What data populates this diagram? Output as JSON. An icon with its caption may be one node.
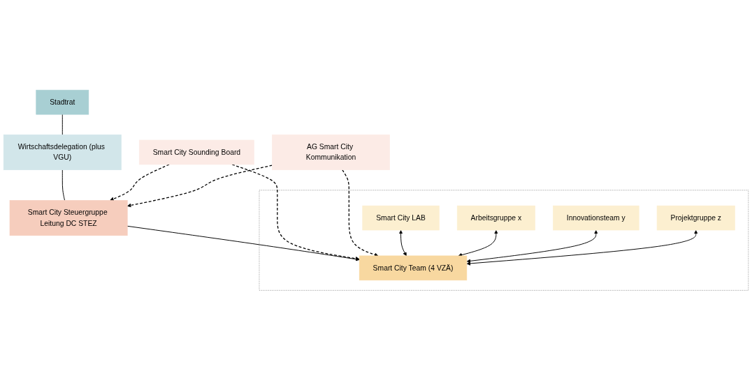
{
  "diagram": {
    "nodes": [
      {
        "text": [
          "Stadtrat"
        ]
      },
      {
        "text": [
          "Wirtschaftsdelegation (plus VGU)"
        ]
      },
      {
        "text": [
          "Smart City Steuergruppe Leitung DC STEZ"
        ]
      },
      {
        "text": [
          "Smart City Sounding Board"
        ]
      },
      {
        "text": [
          "AG Smart City Kommunikation"
        ]
      },
      {
        "text": [],
        "shape": "box"
      },
      {
        "text": [
          "Smart City LAB"
        ],
        "in": 5
      },
      {
        "text": [
          "Arbeitsgruppe x"
        ],
        "in": 5
      },
      {
        "text": [
          "Smart City Team (4 VZÄ)"
        ],
        "in": 5
      },
      {
        "text": [
          "Innovationsteam y"
        ],
        "in": 5
      },
      {
        "text": [
          "Projektgruppe z"
        ],
        "in": 5
      }
    ],
    "edges": [
      {
        "from": 0,
        "to": 1,
        "arrow": "none"
      },
      {
        "from": 1,
        "to": 2,
        "arrow": "none"
      },
      {
        "from": 3,
        "to": 2,
        "arrow": "to",
        "style": "dashed"
      },
      {
        "from": 4,
        "to": 2,
        "arrow": "to",
        "style": "dashed"
      },
      {
        "from": 2,
        "to": 8,
        "arrow": "to"
      },
      {
        "from": 3,
        "to": 8,
        "arrow": "to",
        "style": "dashed"
      },
      {
        "from": 4,
        "to": 8,
        "arrow": "to",
        "style": "dashed"
      },
      {
        "from": 6,
        "to": 8,
        "arrow": "both"
      },
      {
        "from": 7,
        "to": 8,
        "arrow": "both"
      },
      {
        "from": 9,
        "to": 8,
        "arrow": "both"
      },
      {
        "from": 10,
        "to": 8,
        "arrow": "both"
      }
    ]
  }
}
